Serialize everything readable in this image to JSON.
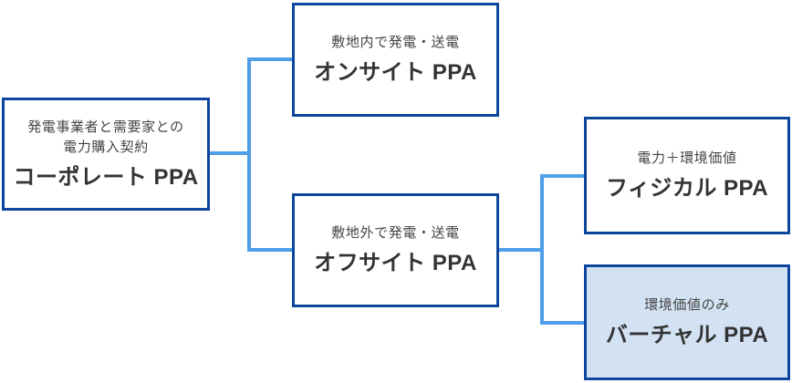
{
  "diagram": {
    "nodes": {
      "corporate": {
        "subtitle_lines": [
          "発電事業者と需要家との",
          "電力購入契約"
        ],
        "title": "コーポレート PPA"
      },
      "onsite": {
        "subtitle": "敷地内で発電・送電",
        "title": "オンサイト PPA"
      },
      "offsite": {
        "subtitle": "敷地外で発電・送電",
        "title": "オフサイト PPA"
      },
      "physical": {
        "subtitle": "電力＋環境価値",
        "title": "フィジカル PPA"
      },
      "virtual": {
        "subtitle": "環境価値のみ",
        "title": "バーチャル PPA"
      }
    },
    "colors": {
      "box_border": "#0d459c",
      "box_fill": "#ffffff",
      "virtual_box_fill": "#d3e2f2",
      "connector": "#4e9ee8",
      "subtitle_text": "#444444",
      "title_text": "#333333"
    }
  }
}
